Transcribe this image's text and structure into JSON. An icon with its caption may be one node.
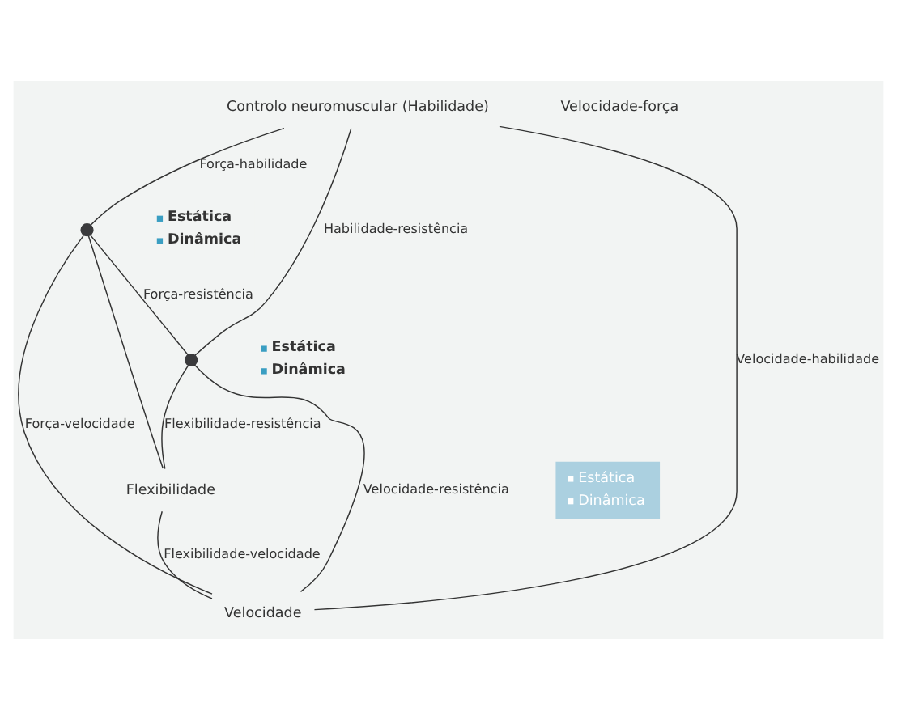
{
  "diagram": {
    "nodes": [
      {
        "text": [
          "Controlo neuromuscular (Habilidade)"
        ]
      },
      {
        "text": [],
        "shape": "circle",
        "beside": [
          "Estática",
          "Dinâmica"
        ]
      },
      {
        "text": [
          "Flexibilidade"
        ],
        "beside": [
          "Estática",
          "Dinâmica"
        ]
      },
      {
        "text": [],
        "shape": "circle",
        "beside": [
          "Estática",
          "Dinâmica"
        ]
      },
      {
        "text": [
          "Velocidade"
        ]
      }
    ],
    "edges": [
      {
        "from": 0,
        "to": 1,
        "arrow": "none",
        "label": "Força-habilidade"
      },
      {
        "from": 0,
        "to": 3,
        "arrow": "none",
        "label": "Habilidade-resistência"
      },
      {
        "from": 0,
        "to": 4,
        "arrow": "none",
        "label": "Velocidade-habilidade"
      },
      {
        "from": 1,
        "to": 3,
        "arrow": "none",
        "label": "Força-resistência"
      },
      {
        "from": 1,
        "to": 4,
        "arrow": "none",
        "label": "Força-velocidade"
      },
      {
        "from": 1,
        "to": 2,
        "arrow": "none"
      },
      {
        "from": 3,
        "to": 2,
        "arrow": "none",
        "label": "Flexibilidade-resistência"
      },
      {
        "from": 2,
        "to": 4,
        "arrow": "none",
        "label": "Flexibilidade-velocidade"
      },
      {
        "from": 3,
        "to": 4,
        "arrow": "none",
        "label": "Velocidade-resistência"
      }
    ],
    "labels": [
      "Velocidade-força"
    ]
  }
}
